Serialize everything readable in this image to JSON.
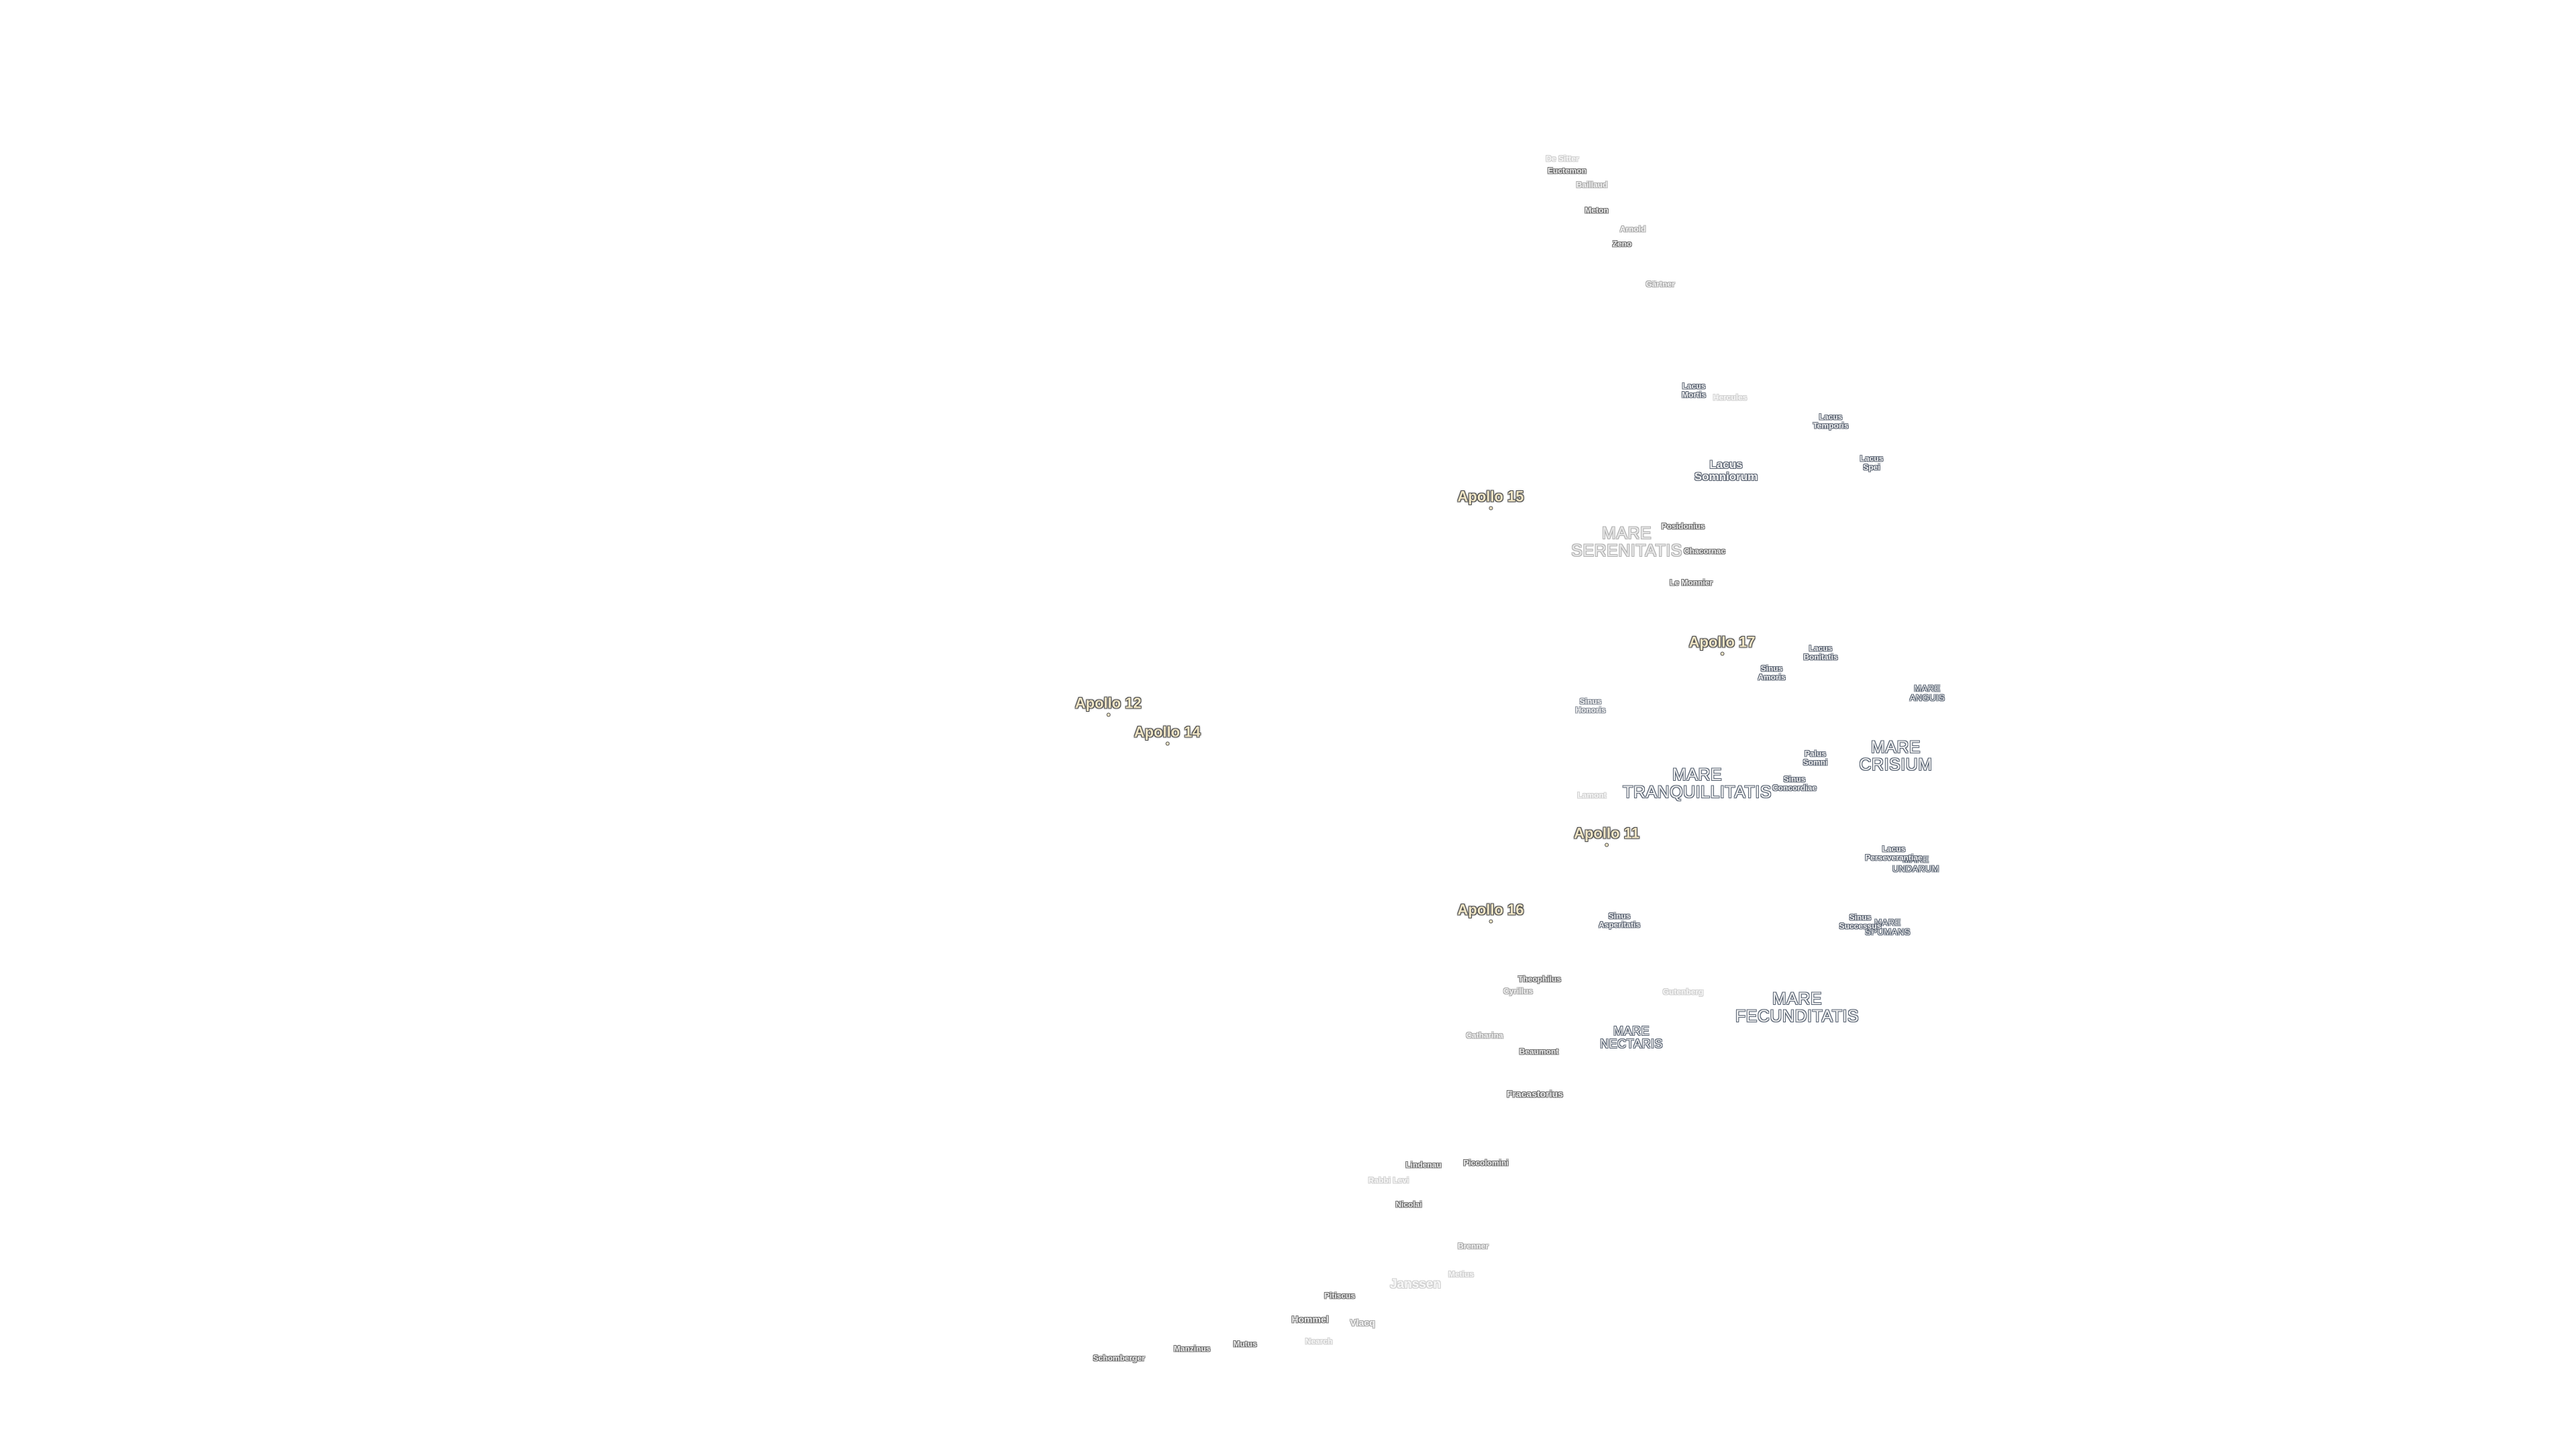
{
  "map": {
    "apollo_sites": [
      {
        "label": "Apollo 15"
      },
      {
        "label": "Apollo 17"
      },
      {
        "label": "Apollo 12"
      },
      {
        "label": "Apollo 14"
      },
      {
        "label": "Apollo 11"
      },
      {
        "label": "Apollo 16"
      }
    ],
    "maria": [
      {
        "label": "MARE\nSERENITATIS"
      },
      {
        "label": "MARE\nTRANQUILLITATIS"
      },
      {
        "label": "MARE\nCRISIUM"
      },
      {
        "label": "MARE\nFECUNDITATIS"
      },
      {
        "label": "MARE\nNECTARIS"
      },
      {
        "label": "MARE\nANGUIS"
      },
      {
        "label": "MARE\nUNDARUM"
      },
      {
        "label": "MARE\nSPUMANS"
      }
    ],
    "lakes_bays": [
      {
        "label": "Lacus\nMortis"
      },
      {
        "label": "Lacus\nTemporis"
      },
      {
        "label": "Lacus\nSomniorum"
      },
      {
        "label": "Lacus\nSpei"
      },
      {
        "label": "Lacus\nBonitatis"
      },
      {
        "label": "Sinus\nAmoris"
      },
      {
        "label": "Sinus\nHonoris"
      },
      {
        "label": "Palus\nSomni"
      },
      {
        "label": "Sinus\nConcordiae"
      },
      {
        "label": "Lacus\nPerseverantiae"
      },
      {
        "label": "Sinus\nAsperitatis"
      },
      {
        "label": "Sinus\nSuccessus"
      }
    ],
    "craters": [
      {
        "label": "De Sitter"
      },
      {
        "label": "Baillaud"
      },
      {
        "label": "Euctemon"
      },
      {
        "label": "Meton"
      },
      {
        "label": "Arnold"
      },
      {
        "label": "Zeno"
      },
      {
        "label": "Gärtner"
      },
      {
        "label": "Hercules"
      },
      {
        "label": "Posidonius"
      },
      {
        "label": "Chacornac"
      },
      {
        "label": "Le Monnier"
      },
      {
        "label": "Lamont"
      },
      {
        "label": "Theophilus"
      },
      {
        "label": "Cyrillus"
      },
      {
        "label": "Catharina"
      },
      {
        "label": "Beaumont"
      },
      {
        "label": "Gutenberg"
      },
      {
        "label": "Fracastorius"
      },
      {
        "label": "Lindenau"
      },
      {
        "label": "Piccolomini"
      },
      {
        "label": "Rabbi Levi"
      },
      {
        "label": "Nicolai"
      },
      {
        "label": "Brenner"
      },
      {
        "label": "Janssen"
      },
      {
        "label": "Metius"
      },
      {
        "label": "Pitiscus"
      },
      {
        "label": "Hommel"
      },
      {
        "label": "Vlacq"
      },
      {
        "label": "Nearch"
      },
      {
        "label": "Manzinus"
      },
      {
        "label": "Mutus"
      },
      {
        "label": "Schomberger"
      }
    ]
  }
}
